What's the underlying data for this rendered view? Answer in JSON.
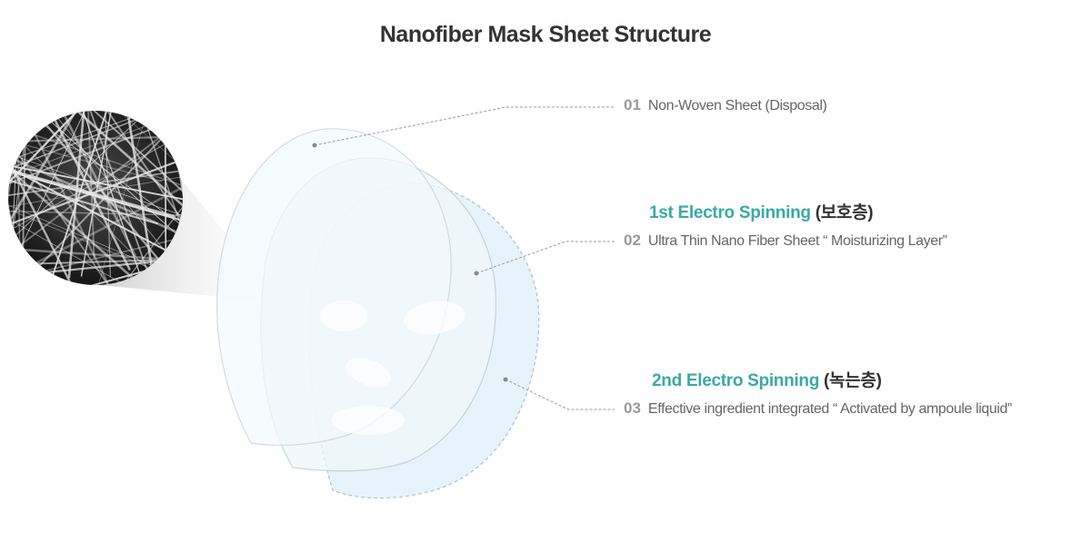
{
  "title": "Nanofiber Mask Sheet Structure",
  "colors": {
    "accent": "#3aa9a6",
    "leader_line": "#9a9a9a",
    "mask_fill": "#e8f4fb"
  },
  "layers": [
    {
      "number": "01",
      "description": "Non-Woven Sheet (Disposal)"
    },
    {
      "number": "02",
      "heading": "1st Electro Spinning",
      "heading_korean": "(보호층)",
      "description": "Ultra Thin Nano Fiber Sheet “ Moisturizing Layer”"
    },
    {
      "number": "03",
      "heading": "2nd Electro Spinning",
      "heading_korean": "(녹는층)",
      "description": "Effective ingredient integrated “ Activated by ampoule liquid”"
    }
  ],
  "microscope_image": "nanofiber-microscope-image"
}
